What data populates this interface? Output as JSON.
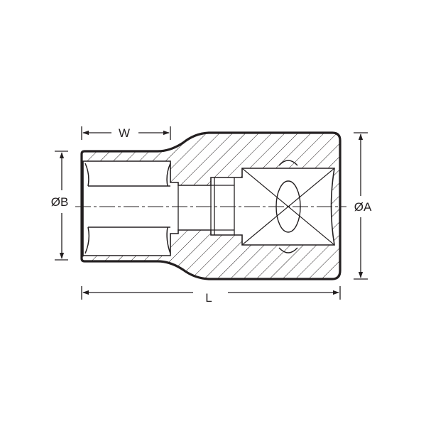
{
  "labels": {
    "w": "W",
    "l": "L",
    "dia_b": "ØB",
    "dia_a": "ØA"
  },
  "colors": {
    "ink": "#231f20",
    "background": "#ffffff"
  }
}
